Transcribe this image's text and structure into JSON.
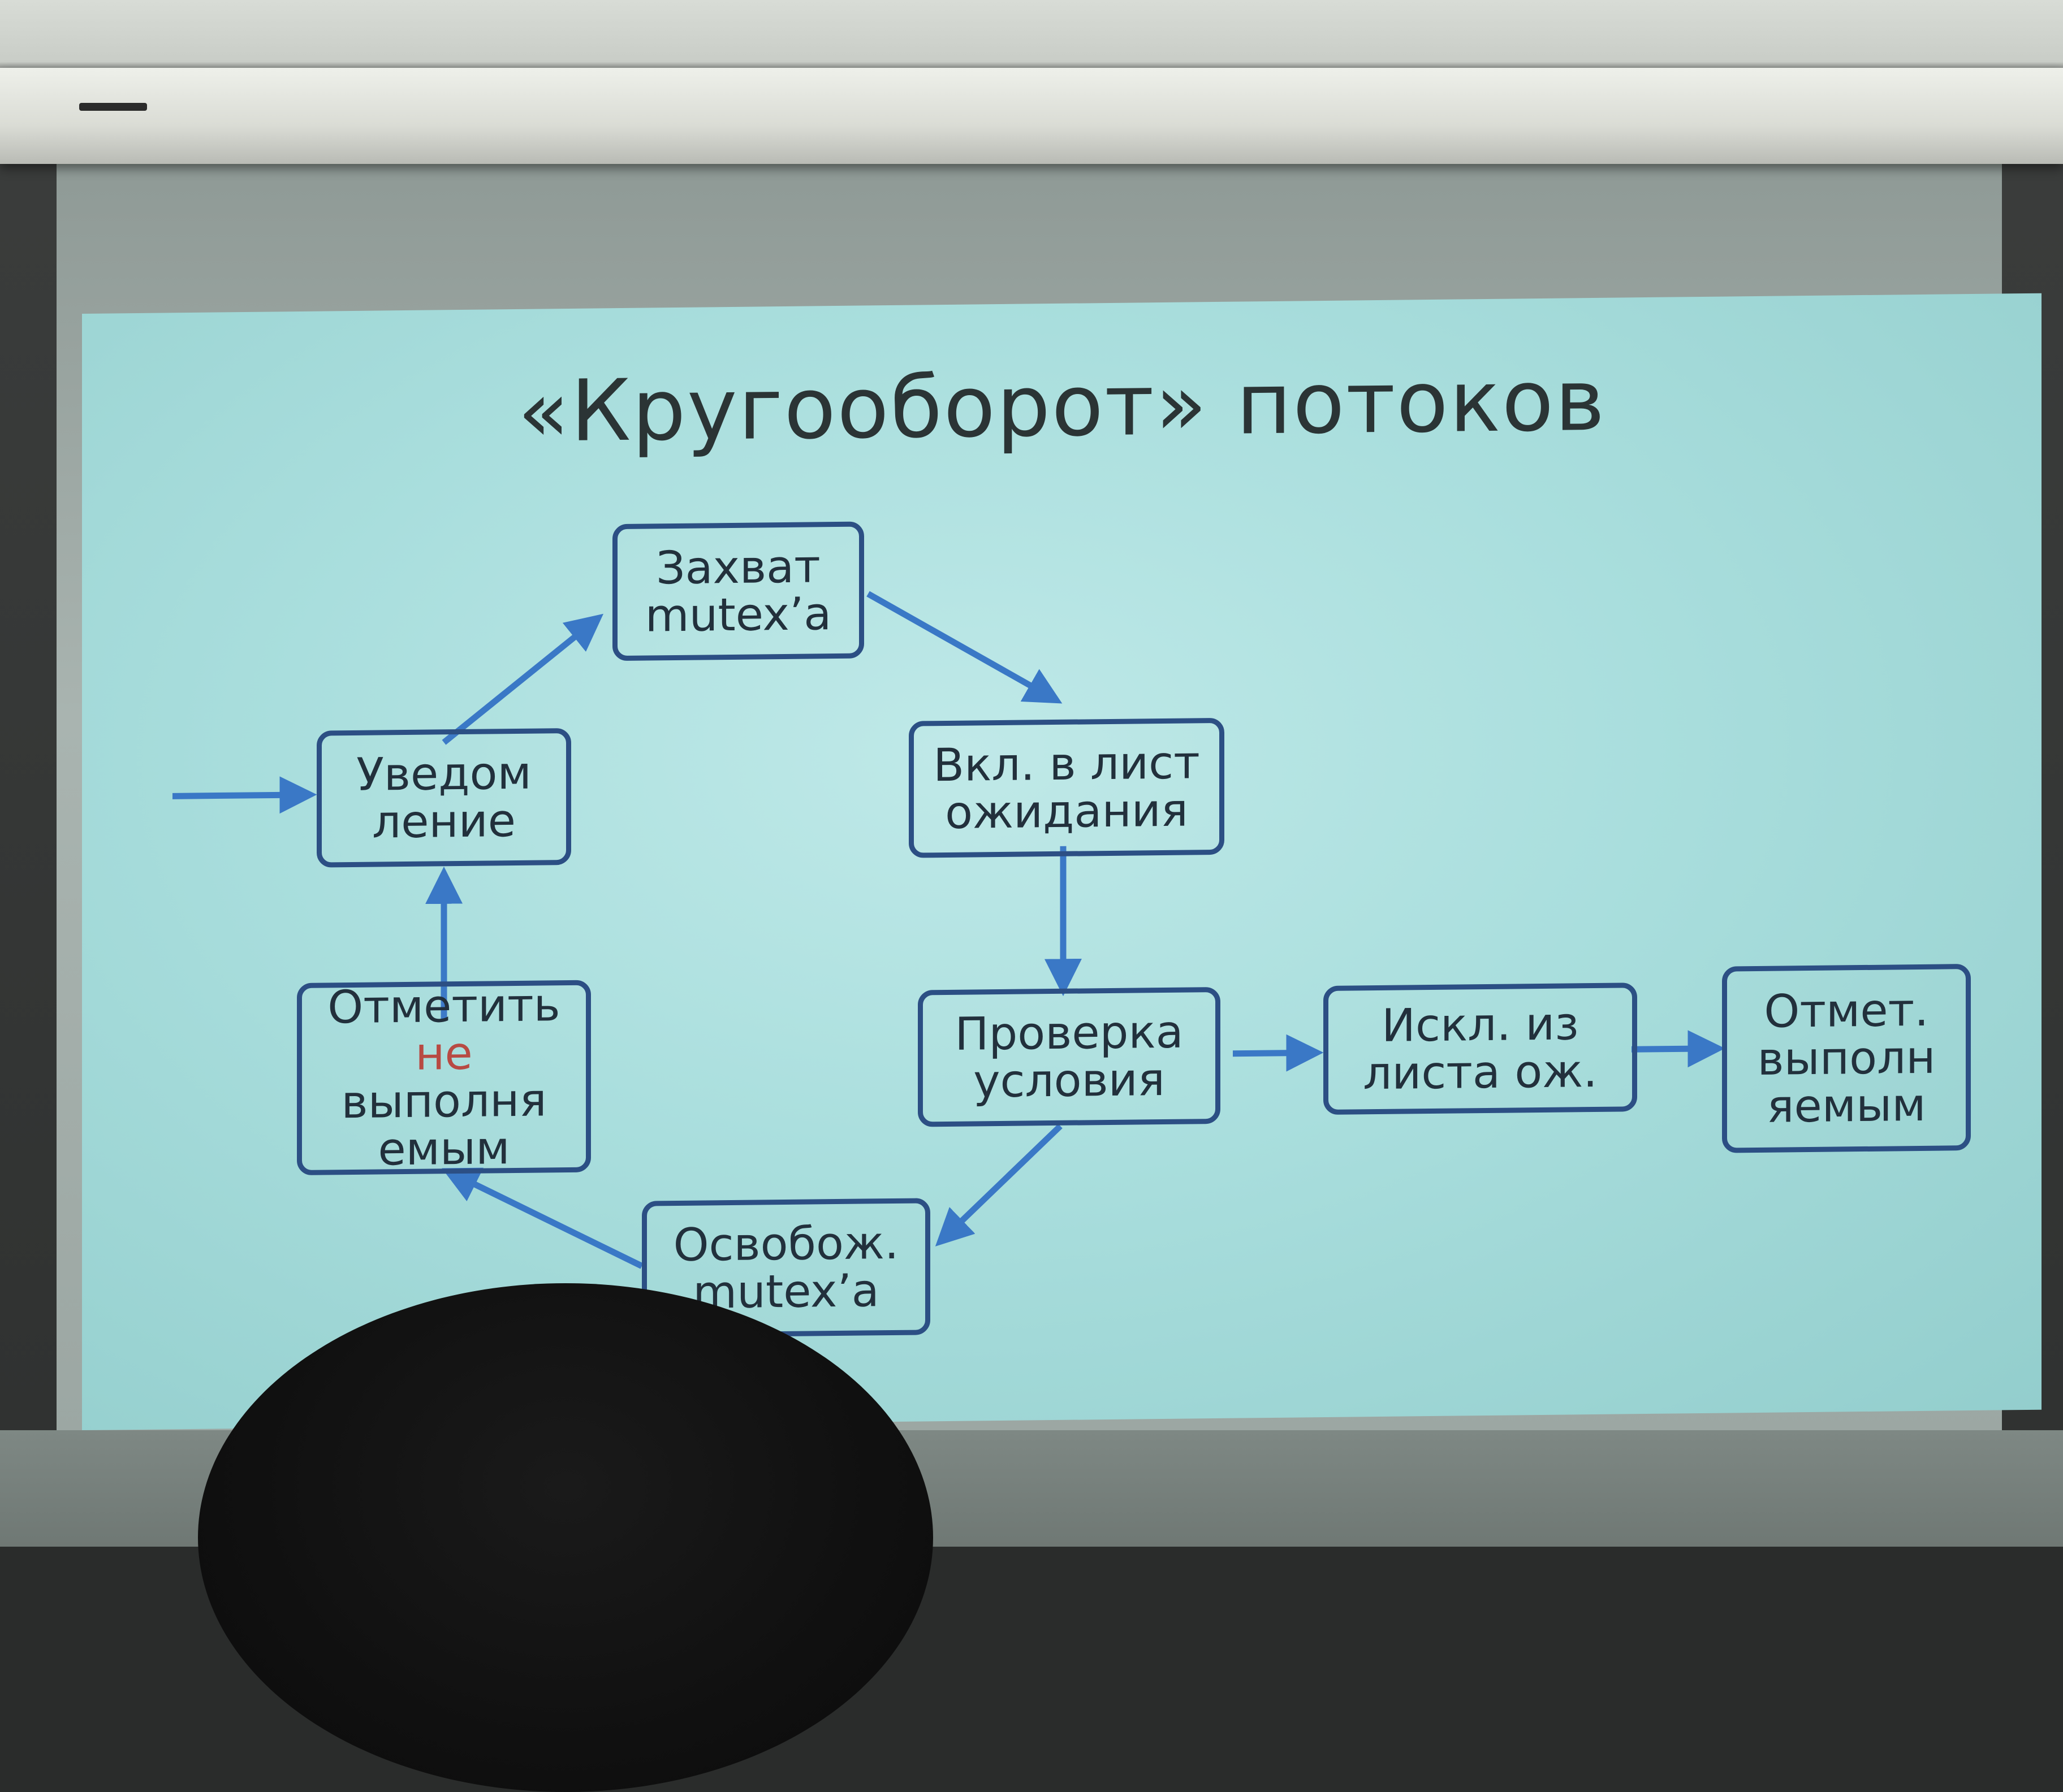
{
  "slide": {
    "title": "«Кругооборот» потоков"
  },
  "nodes": {
    "capture": {
      "line1": "Захват",
      "line2": "mutex’a"
    },
    "notify": {
      "line1": "Уведом",
      "line2": "ление"
    },
    "waitlist": {
      "line1": "Вкл. в лист",
      "line2": "ожидания"
    },
    "mark_not_runnable": {
      "line1": "Отметить",
      "line2": "не",
      "line3": "выполня",
      "line4": "емым"
    },
    "check": {
      "line1": "Проверка",
      "line2": "условия"
    },
    "exclude": {
      "line1": "Искл. из",
      "line2": "листа ож."
    },
    "mark_runnable": {
      "line1": "Отмет.",
      "line2": "выполн",
      "line3": "яемым"
    },
    "release": {
      "line1": "Освобож.",
      "line2": "mutex’a"
    }
  },
  "colors": {
    "slide_bg": "#a9dedd",
    "box_border": "#2c4f84",
    "arrow": "#3a78c6",
    "highlight_text": "#b84a43",
    "text": "#22303c"
  }
}
